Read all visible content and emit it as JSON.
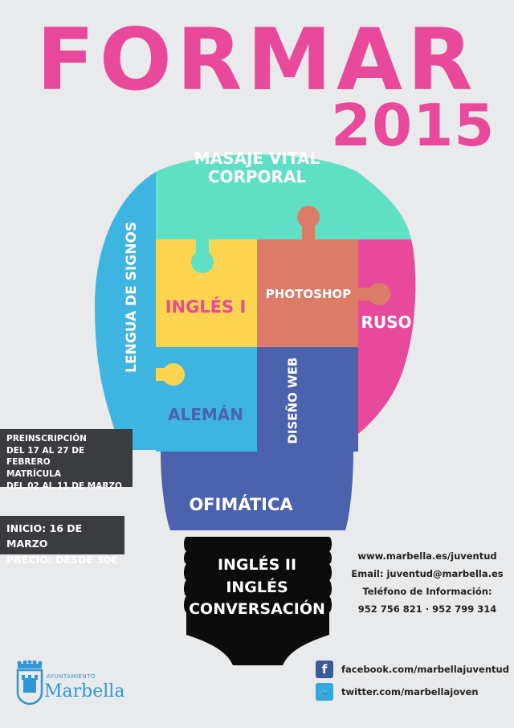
{
  "header": {
    "title": "FORMAR",
    "year": "2015"
  },
  "courses": {
    "masaje": "MASAJE VITAL CORPORAL",
    "signos": "LENGUA DE SIGNOS",
    "ingles1": "INGLÉS I",
    "photoshop": "PHOTOSHOP",
    "ruso": "RUSO",
    "aleman": "ALEMÁN",
    "diseno_web": "DISEÑO WEB",
    "ofimatica": "OFIMÁTICA",
    "base": [
      "INGLÉS II",
      "INGLÉS",
      "CONVERSACIÓN"
    ]
  },
  "dates_box": [
    "PREINSCRIPCIÓN",
    "DEL 17 AL 27 DE FEBRERO",
    "MATRÍCULA",
    "DEL 02 AL 11 DE MARZO"
  ],
  "info_box": [
    "INICIO: 16 DE MARZO",
    "PRECIO: DESDE 30€"
  ],
  "contact": {
    "web": "www.marbella.es/juventud",
    "email": "Email: juventud@marbella.es",
    "phone_label": "Teléfono de Información:",
    "phones": "952 756 821 · 952 799 314"
  },
  "social": {
    "facebook": "facebook.com/marbellajuventud",
    "twitter": "twitter.com/marbellajoven"
  },
  "logo": {
    "sub": "AYUNTAMIENTO",
    "name": "Marbella"
  },
  "icons": [
    "facebook-icon",
    "twitter-icon",
    "crown-icon",
    "castle-icon"
  ],
  "colors": {
    "pink": "#e8499a",
    "teal": "#5fe0c4",
    "blue_light": "#3eb4e0",
    "yellow": "#fcd44f",
    "salmon": "#dc7c68",
    "navy": "#4c62ac",
    "black": "#0c0c0c",
    "dark_box": "#3b3c3f"
  }
}
